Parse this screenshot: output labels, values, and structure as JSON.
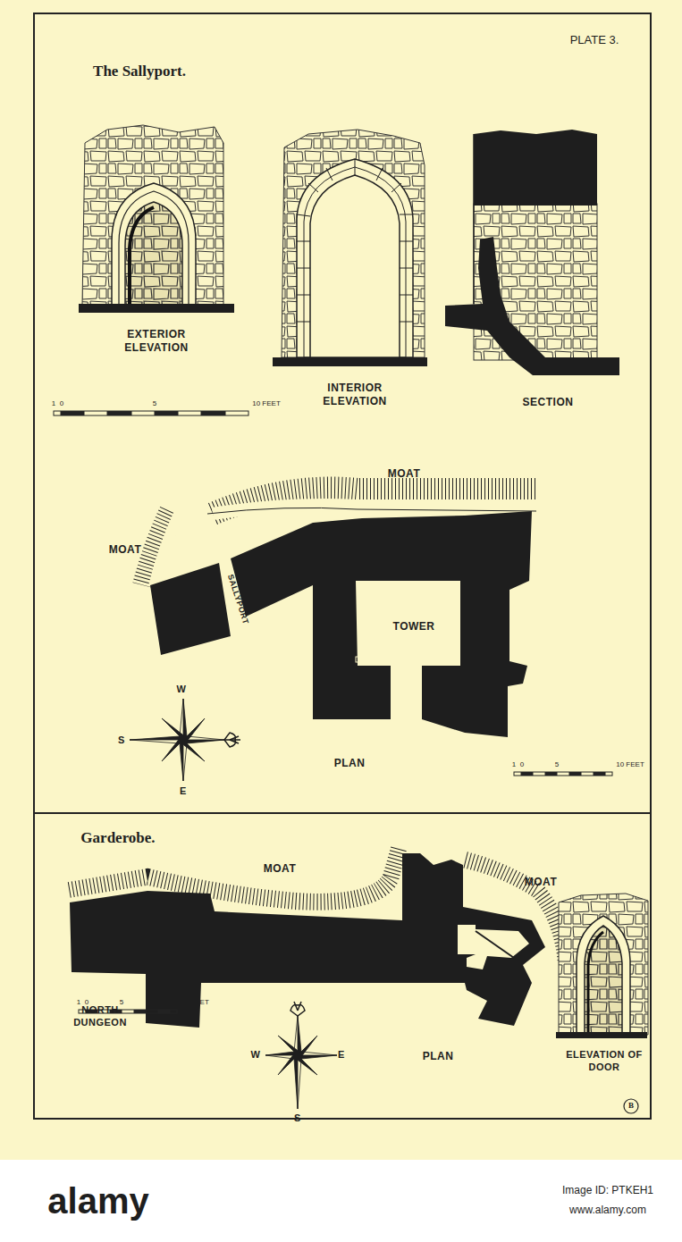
{
  "diagram": {
    "title": "The Sallyport.",
    "labels": [
      "PLATE 3.",
      "Garderobe.",
      "EXTERIOR ELEVATION",
      "INTERIOR ELEVATION",
      "SECTION",
      "1",
      "0",
      "5",
      "10 FEET",
      "MOAT",
      "MOAT",
      "SALLYPORT",
      "TOWER",
      "W",
      "S",
      "E",
      "PLAN",
      "1",
      "0",
      "5",
      "10 FEET",
      "MOAT",
      "MOAT",
      "NORTH DUNGEON",
      "W",
      "E",
      "S",
      "PLAN",
      "ELEVATION OF DOOR",
      "1",
      "0",
      "5",
      "10 FEET",
      "B",
      "alamy",
      "Image ID: PTKEH1",
      "www.alamy.com"
    ]
  }
}
